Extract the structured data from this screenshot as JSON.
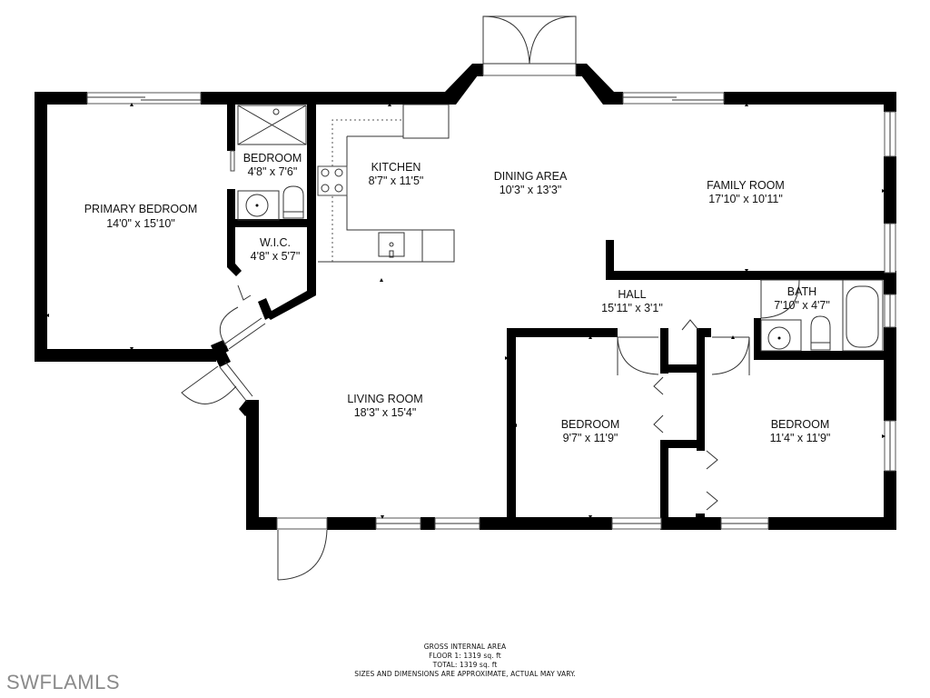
{
  "plan": {
    "rooms": [
      {
        "id": "primary-bedroom",
        "name": "PRIMARY BEDROOM",
        "dims": "14'0\" x 15'10\""
      },
      {
        "id": "bedroom-ensuite",
        "name": "BEDROOM",
        "dims": "4'8\" x 7'6\""
      },
      {
        "id": "wic",
        "name": "W.I.C.",
        "dims": "4'8\" x 5'7\""
      },
      {
        "id": "kitchen",
        "name": "KITCHEN",
        "dims": "8'7\" x 11'5\""
      },
      {
        "id": "dining-area",
        "name": "DINING AREA",
        "dims": "10'3\" x 13'3\""
      },
      {
        "id": "family-room",
        "name": "FAMILY ROOM",
        "dims": "17'10\" x 10'11\""
      },
      {
        "id": "hall",
        "name": "HALL",
        "dims": "15'11\" x 3'1\""
      },
      {
        "id": "bath",
        "name": "BATH",
        "dims": "7'10\" x 4'7\""
      },
      {
        "id": "living-room",
        "name": "LIVING ROOM",
        "dims": "18'3\" x 15'4\""
      },
      {
        "id": "bedroom-2",
        "name": "BEDROOM",
        "dims": "9'7\" x 11'9\""
      },
      {
        "id": "bedroom-3",
        "name": "BEDROOM",
        "dims": "11'4\" x 11'9\""
      }
    ]
  },
  "footer": {
    "title": "GROSS INTERNAL AREA",
    "floor": "FLOOR 1: 1319 sq. ft",
    "total": "TOTAL: 1319 sq. ft",
    "disclaimer": "SIZES AND DIMENSIONS ARE APPROXIMATE, ACTUAL MAY VARY."
  },
  "brand": {
    "watermark": "SWFLAMLS"
  }
}
